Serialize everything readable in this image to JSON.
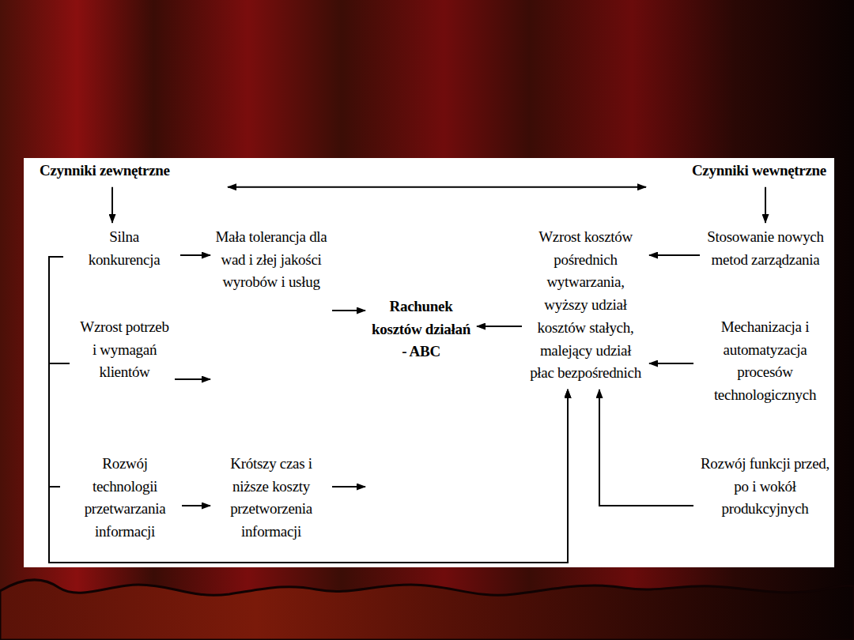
{
  "diagram": {
    "nodes": [
      {
        "text": [
          "Czynniki zewnętrzne"
        ]
      },
      {
        "text": [
          "Czynniki wewnętrzne"
        ]
      },
      {
        "text": [
          "Silna konkurencja"
        ]
      },
      {
        "text": [
          "Mała tolerancja dla wad i złej jakości wyrobów i usług"
        ]
      },
      {
        "text": [
          "Rachunek kosztów działań - ABC"
        ]
      },
      {
        "text": [
          "Wzrost kosztów pośrednich wytwarzania, wyższy udział kosztów stałych, malejący udział płac bezpośrednich"
        ]
      },
      {
        "text": [
          "Stosowanie nowych metod zarządzania"
        ]
      },
      {
        "text": [
          "Wzrost potrzeb i wymagań klientów"
        ]
      },
      {
        "text": [
          "Mechanizacja i automatyzacja procesów technologicznych"
        ]
      },
      {
        "text": [
          "Rozwój technologii przetwarzania informacji"
        ]
      },
      {
        "text": [
          "Krótszy czas i niższe koszty przetworzenia informacji"
        ]
      },
      {
        "text": [
          "Rozwój funkcji przed, po i wokół produkcyjnych"
        ]
      }
    ],
    "edges": [
      {
        "from": 0,
        "to": 1,
        "arrow": "both"
      },
      {
        "from": 0,
        "to": 2,
        "arrow": "to"
      },
      {
        "from": 1,
        "to": 6,
        "arrow": "to"
      },
      {
        "from": 2,
        "to": 3,
        "arrow": "to"
      },
      {
        "from": 7,
        "to": 3,
        "arrow": "to"
      },
      {
        "from": 9,
        "to": 10,
        "arrow": "to"
      },
      {
        "from": 3,
        "to": 4,
        "arrow": "to"
      },
      {
        "from": 10,
        "to": 4,
        "arrow": "to"
      },
      {
        "from": 5,
        "to": 4,
        "arrow": "to"
      },
      {
        "from": 6,
        "to": 5,
        "arrow": "to"
      },
      {
        "from": 8,
        "to": 5,
        "arrow": "to"
      },
      {
        "from": 2,
        "to": 5,
        "arrow": "to"
      },
      {
        "from": 7,
        "to": 5,
        "arrow": "to"
      },
      {
        "from": 9,
        "to": 5,
        "arrow": "to"
      },
      {
        "from": 11,
        "to": 5,
        "arrow": "to"
      }
    ]
  }
}
